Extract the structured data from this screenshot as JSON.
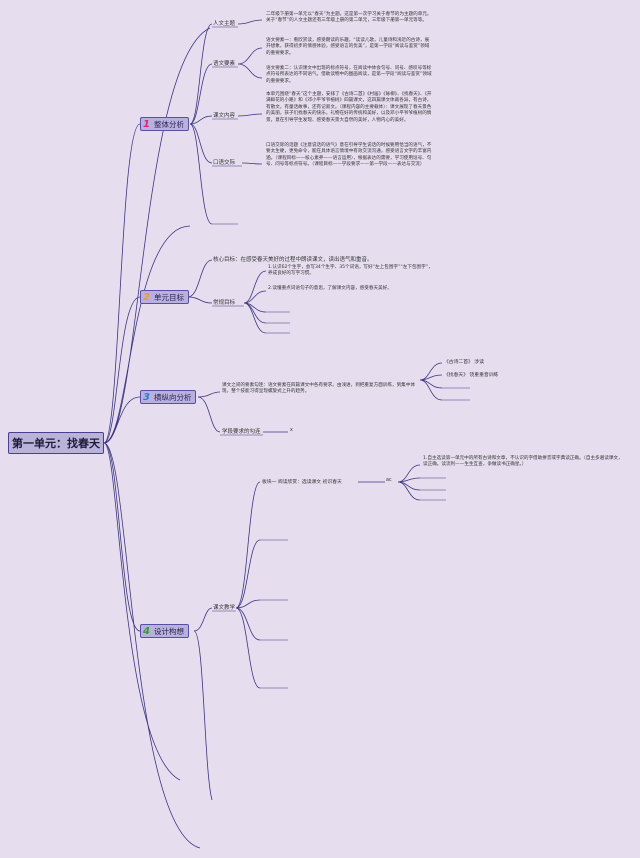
{
  "root": {
    "label": "第一单元：找春天"
  },
  "branches": [
    {
      "num": "1",
      "num_color": "#e0247a",
      "label": "整体分析"
    },
    {
      "num": "2",
      "num_color": "#e6a21a",
      "label": "单元目标"
    },
    {
      "num": "3",
      "num_color": "#2a7fd4",
      "label": "横纵向分析"
    },
    {
      "num": "4",
      "num_color": "#2f9e3a",
      "label": "设计构想"
    }
  ],
  "analysis": {
    "topics": [
      "人文主题",
      "语文要素",
      "课文内容",
      "口语交际"
    ],
    "notes": [
      "二年级下册第一单元以“春天”为主题。这是第一次学习关于春节的为主题的单元。关于“春节”的人文主题还有三年级上册的第二单元，三年级下册第一单元等等。",
      "语文要素一：看欣赏读，感受朗读的乐趣，“读读儿歌，儿童诗和浅近的古诗，展开想象，获得初步的情感体验，感受语言的优美”，是第一学段“阅读与鉴赏”领域的重要要求。",
      "语文要素二：认识课文中出现的标点符号，在阅读中体会句号、问号、感叹号等标点符号所表达的不同语气，借助读物中的图画阅读，是第一学段“阅读与鉴赏”领域的重要要求。",
      "本单元围绕“春天”这个主题，安排了《古诗二首》《村居》《咏柳》、《找春天》、《开满鲜花的小路》和《邓小平爷爷植树》四篇课文，这四篇课文体裁各异，有古诗，有散文，有童话故事，还有记叙文。（课程内容的主要载体）：课文展现了春天景色的美丽，孩子们找春天的快乐，礼物在好的传统和美好，以及邓小平爷爷植树的情景，意在引导学生发现、感受春天景大自然的美好，人物内心的美好。",
      "口语交际的话题《注意说话的语气》意在引导学生说话的时候要用恰当的语气，不要太生硬，更免命令，能在具体语言情境中有效交流沟通，感受语言文字的丰富内涵。（课程目标——核心素养——语言运用），根据表达的需要，学习使用逗号、句号、问号等标点符号。（课程目标——学段要求——第一学段——表达与交流）"
    ]
  },
  "goals": {
    "core_label": "核心目标：在感受春天美好的过程中朗读课文，读出语气和重音。",
    "regular_label": "常规目标",
    "items": [
      "1.认识62个生字，会写34个生字、35个词语，写好“左上包围字”“左下包围字”，养成良好的写字习惯。",
      "2.读懂重点词语句子的意思，了解课文内容，感受春天美好。"
    ]
  },
  "horizontal": {
    "between_label": "课文之间的要素勾连：语文要素在四篇课文中各有要求。由浅进，到把重复方面训练，到集中体现，整个技能习得呈现螺旋式上升的趋势。",
    "leaves": [
      "《古诗二首》 涉读",
      "《找春天》 饶重重音训练"
    ],
    "stage_label": "学段要求的勾连",
    "stage_leaf": "x"
  },
  "design": {
    "teaching_label": "课文教学",
    "module_label": "板块一 阅读欣赏：选读课文 初识春天",
    "module_leaf": "ac",
    "module_note": "1.自主选读第一单元中的所有古诗和文章，不认识的字借助拼音或字典读正确。（自主多遍读课文，读正确。读流利——生生互查，争做读书正确星。）"
  }
}
